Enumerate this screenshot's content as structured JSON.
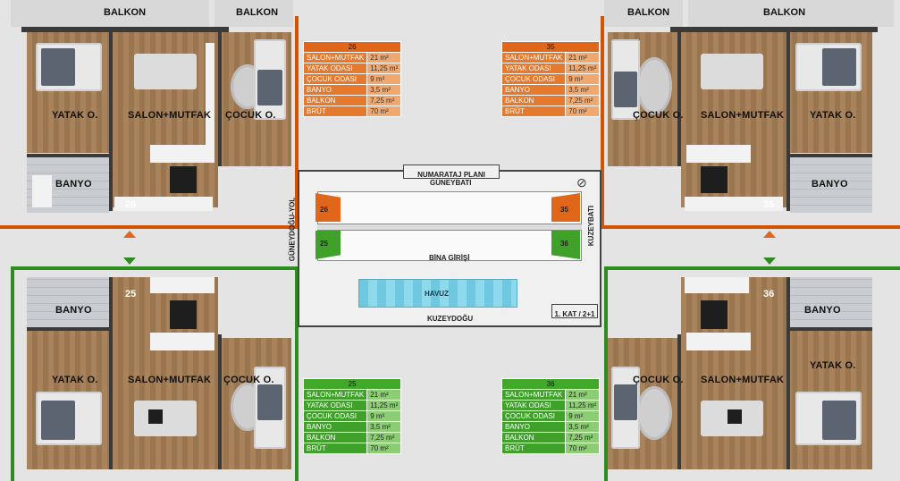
{
  "rooms": {
    "balkon": "BALKON",
    "yatak": "YATAK O.",
    "salon": "SALON+MUTFAK",
    "cocuk": "ÇOCUK O.",
    "banyo": "BANYO"
  },
  "units": {
    "u26": "26",
    "u35": "35",
    "u25": "25",
    "u36": "36"
  },
  "tables": {
    "t26": {
      "number": "26",
      "rows": [
        {
          "label": "SALON+MUTFAK",
          "value": "21 m²"
        },
        {
          "label": "YATAK ODASI",
          "value": "11,25 m²"
        },
        {
          "label": "ÇOCUK ODASI",
          "value": "9 m²"
        },
        {
          "label": "BANYO",
          "value": "3,5 m²"
        },
        {
          "label": "BALKON",
          "value": "7,25 m²"
        },
        {
          "label": "BRÜT",
          "value": "70 m²"
        }
      ]
    },
    "t35": {
      "number": "35",
      "rows": [
        {
          "label": "SALON+MUTFAK",
          "value": "21 m²"
        },
        {
          "label": "YATAK ODASI",
          "value": "11,25 m²"
        },
        {
          "label": "ÇOCUK ODASI",
          "value": "9 m²"
        },
        {
          "label": "BANYO",
          "value": "3,5 m²"
        },
        {
          "label": "BALKON",
          "value": "7,25 m²"
        },
        {
          "label": "BRÜT",
          "value": "70 m²"
        }
      ]
    },
    "t25": {
      "number": "25",
      "rows": [
        {
          "label": "SALON+MUTFAK",
          "value": "21 m²"
        },
        {
          "label": "YATAK ODASI",
          "value": "11,25 m²"
        },
        {
          "label": "ÇOCUK ODASI",
          "value": "9 m²"
        },
        {
          "label": "BANYO",
          "value": "3,5 m²"
        },
        {
          "label": "BALKON",
          "value": "7,25 m²"
        },
        {
          "label": "BRÜT",
          "value": "70 m²"
        }
      ]
    },
    "t36": {
      "number": "36",
      "rows": [
        {
          "label": "SALON+MUTFAK",
          "value": "21 m²"
        },
        {
          "label": "YATAK ODASI",
          "value": "11,25 m²"
        },
        {
          "label": "ÇOCUK ODASI",
          "value": "9 m²"
        },
        {
          "label": "BANYO",
          "value": "3,5 m²"
        },
        {
          "label": "BALKON",
          "value": "7,25 m²"
        },
        {
          "label": "BRÜT",
          "value": "70 m²"
        }
      ]
    }
  },
  "keyplan": {
    "title": "NUMARATAJ PLANI",
    "north_side": "GÜNEYBATI",
    "south_side": "KUZEYDOĞU",
    "west_side": "GÜNEYDOĞU-YOL",
    "east_side": "KUZEYBATI",
    "entrance": "BİNA GİRİŞİ",
    "pool": "HAVUZ",
    "floor_info": "1. KAT / 2+1",
    "units": [
      "26",
      "25",
      "35",
      "36"
    ],
    "compass_icon": "compass-icon"
  },
  "colors": {
    "orange": "#d35400",
    "green": "#2e8b1f",
    "pool": "#7fd3e8"
  }
}
